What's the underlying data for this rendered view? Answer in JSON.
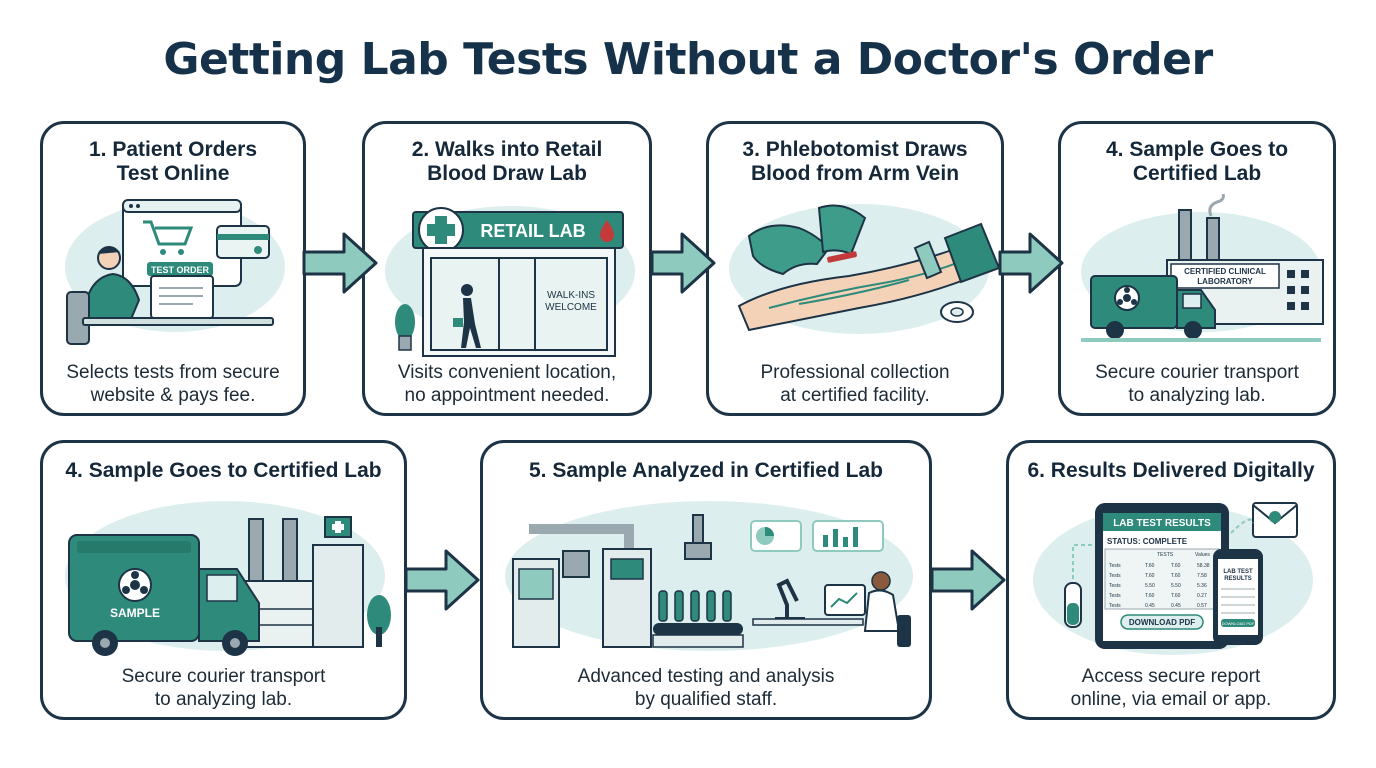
{
  "title": "Getting Lab Tests Without a Doctor's Order",
  "colors": {
    "teal": "#2e8a7a",
    "dark": "#1d3346",
    "light": "#dceeed",
    "arrow": "#8fcabf"
  },
  "steps": [
    {
      "title_line1": "1. Patient Orders",
      "title_line2": "Test Online",
      "desc_line1": "Selects tests from secure",
      "desc_line2": "website & pays fee.",
      "labels": {
        "button": "TEST ORDER"
      },
      "icons": [
        "shopping-cart-icon",
        "credit-card-icon",
        "laptop-icon",
        "person-icon"
      ]
    },
    {
      "title_line1": "2. Walks into Retail",
      "title_line2": "Blood Draw Lab",
      "desc_line1": "Visits convenient location,",
      "desc_line2": "no appointment needed.",
      "labels": {
        "sign": "RETAIL LAB",
        "window_line1": "WALK-INS",
        "window_line2": "WELCOME"
      },
      "icons": [
        "medical-cross-icon",
        "blood-drop-icon",
        "plant-icon",
        "walking-person-icon"
      ]
    },
    {
      "title_line1": "3. Phlebotomist Draws",
      "title_line2": "Blood from Arm Vein",
      "desc_line1": "Professional collection",
      "desc_line2": "at certified facility.",
      "icons": [
        "gloved-hand-icon",
        "arm-icon",
        "tourniquet-icon",
        "tape-roll-icon"
      ]
    },
    {
      "title_line1": "4. Sample Goes to",
      "title_line2": "Certified Lab",
      "desc_line1": "Secure courier transport",
      "desc_line2": "to analyzing lab.",
      "labels": {
        "building_line1": "CERTIFIED CLINICAL",
        "building_line2": "LABORATORY"
      },
      "icons": [
        "biohazard-icon",
        "van-icon",
        "factory-icon"
      ]
    },
    {
      "title_line1": "4. Sample Goes to Certified Lab",
      "desc_line1": "Secure courier transport",
      "desc_line2": "to analyzing lab.",
      "labels": {
        "van": "SAMPLE"
      },
      "icons": [
        "biohazard-icon",
        "truck-icon",
        "factory-icon",
        "tree-icon"
      ]
    },
    {
      "title_line1": "5. Sample Analyzed in Certified Lab",
      "desc_line1": "Advanced testing and analysis",
      "desc_line2": "by qualified staff.",
      "icons": [
        "robotic-arm-icon",
        "test-tubes-icon",
        "microscope-icon",
        "pie-chart-icon",
        "bar-chart-icon",
        "scientist-icon"
      ]
    },
    {
      "title_line1": "6. Results Delivered Digitally",
      "desc_line1": "Access secure report",
      "desc_line2": "online, via email or app.",
      "labels": {
        "tablet_header": "LAB TEST RESULTS",
        "status": "STATUS: COMPLETE",
        "col_tests": "TESTS",
        "col_values": "Values",
        "rows": [
          {
            "test": "Tests",
            "v1": "T.60",
            "v2": "58.38"
          },
          {
            "test": "Tests",
            "v1": "T.60",
            "v2": "7.58"
          },
          {
            "test": "Tests",
            "v1": "5.50",
            "v2": "5.36"
          },
          {
            "test": "Tests",
            "v1": "T.60",
            "v2": "0.27"
          },
          {
            "test": "Tests",
            "v1": "0.45",
            "v2": "0.57"
          }
        ],
        "download": "DOWNLOAD PDF",
        "phone_line1": "LAB TEST",
        "phone_line2": "RESULTS",
        "phone_button": "DOWNLOAD PDF"
      },
      "icons": [
        "email-icon",
        "at-sign-icon",
        "tablet-icon",
        "phone-icon",
        "test-tube-icon"
      ]
    }
  ]
}
